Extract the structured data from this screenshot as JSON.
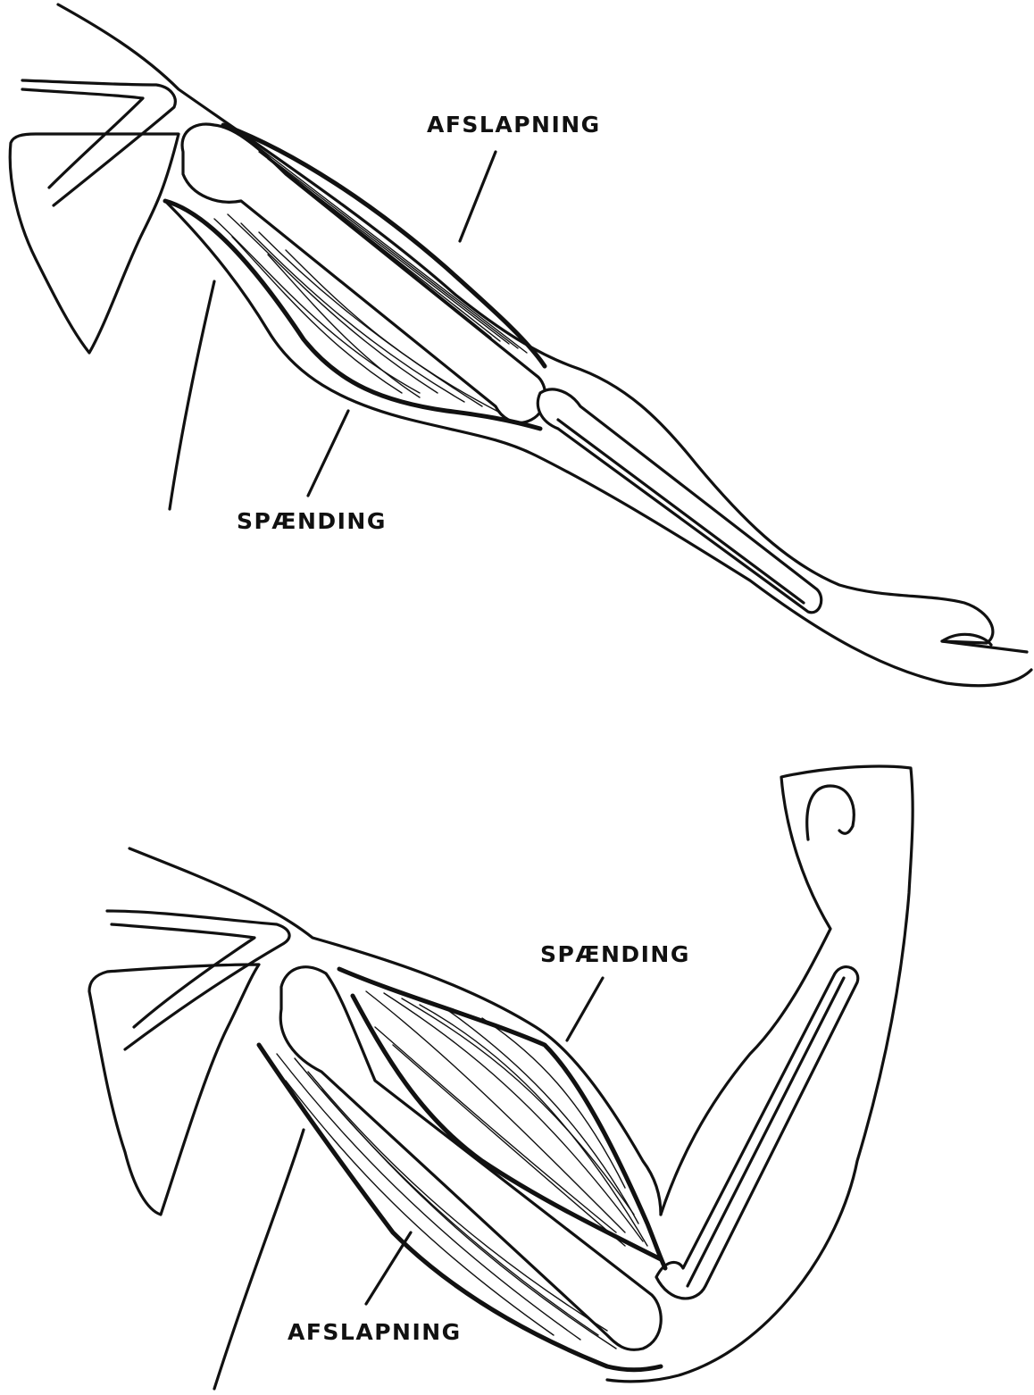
{
  "top_arm": {
    "label_upper": "AFSLAPNING",
    "label_lower": "SPÆNDING"
  },
  "bottom_arm": {
    "label_upper": "SPÆNDING",
    "label_lower": "AFSLAPNING"
  },
  "colors": {
    "ink": "#111111",
    "paper": "#ffffff"
  }
}
